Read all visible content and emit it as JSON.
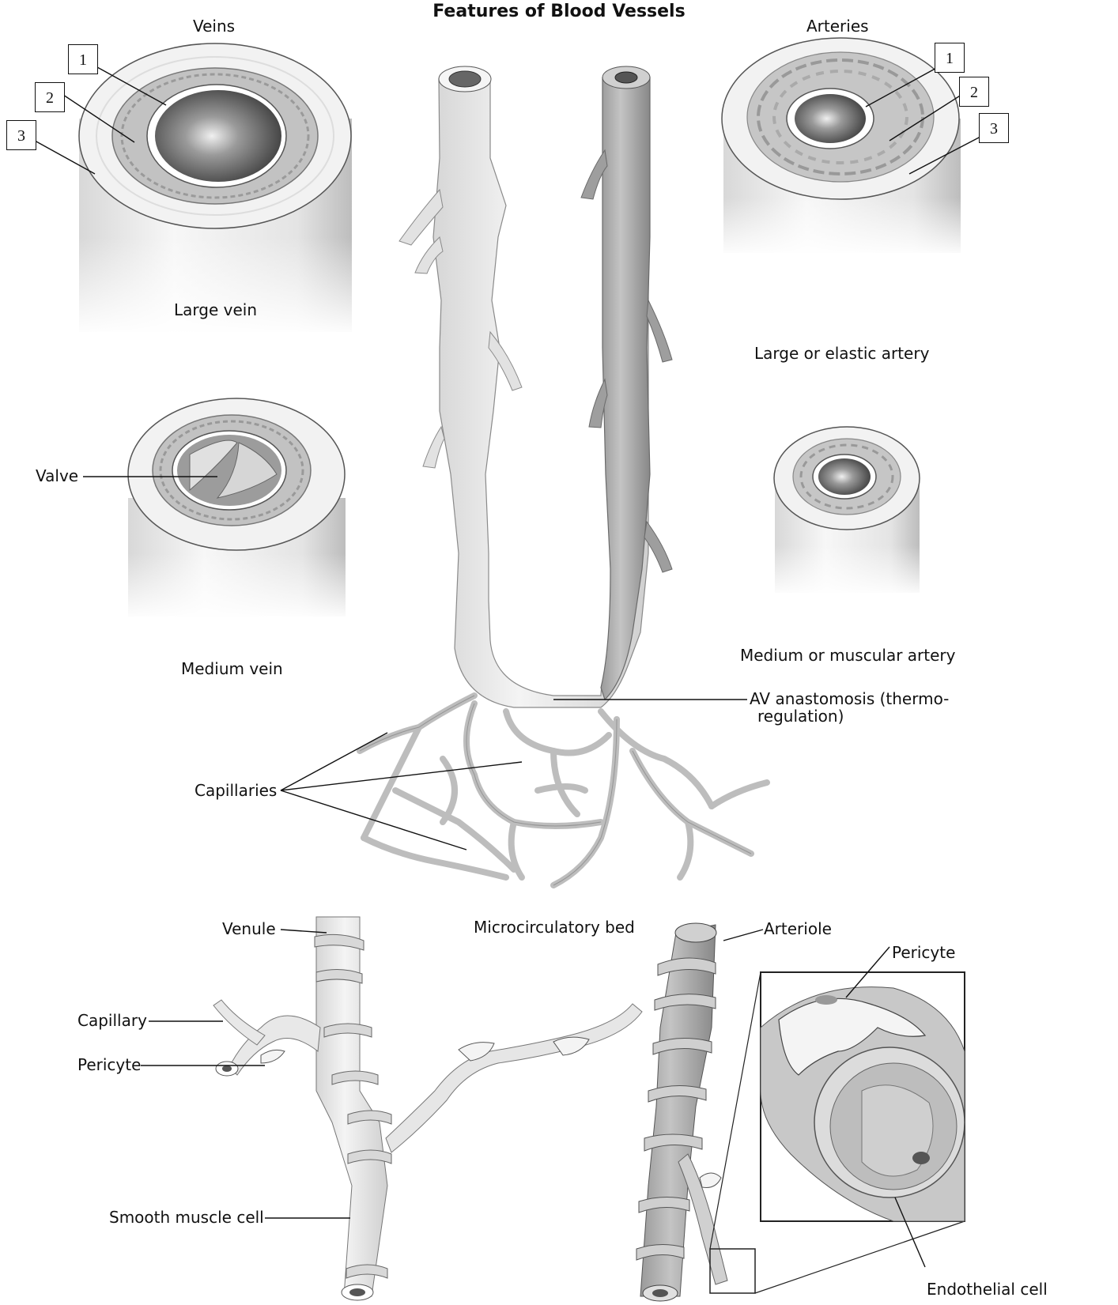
{
  "title": "Features of Blood Vessels",
  "headers": {
    "veins": "Veins",
    "arteries": "Arteries"
  },
  "callouts": {
    "vein": [
      "1",
      "2",
      "3"
    ],
    "artery": [
      "1",
      "2",
      "3"
    ]
  },
  "vessel_labels": {
    "large_vein": "Large vein",
    "medium_vein": "Medium vein",
    "large_artery": "Large or elastic artery",
    "medium_artery": "Medium or muscular artery",
    "micro_bed": "Microcirculatory bed"
  },
  "annotations": {
    "valve": "Valve",
    "av_anastomosis_line1": "AV anastomosis (thermo-",
    "av_anastomosis_line2": "regulation)",
    "capillaries": "Capillaries",
    "venule": "Venule",
    "arteriole": "Arteriole",
    "capillary": "Capillary",
    "pericyte_left": "Pericyte",
    "pericyte_inset": "Pericyte",
    "smooth_muscle_cell": "Smooth muscle cell",
    "endothelial_cell": "Endothelial cell"
  },
  "colors": {
    "vein_fill": "#ececec",
    "artery_fill": "#a9a9a9",
    "wall_texture": "#9a9a9a",
    "lumen": "#555555",
    "outline": "#333333"
  }
}
